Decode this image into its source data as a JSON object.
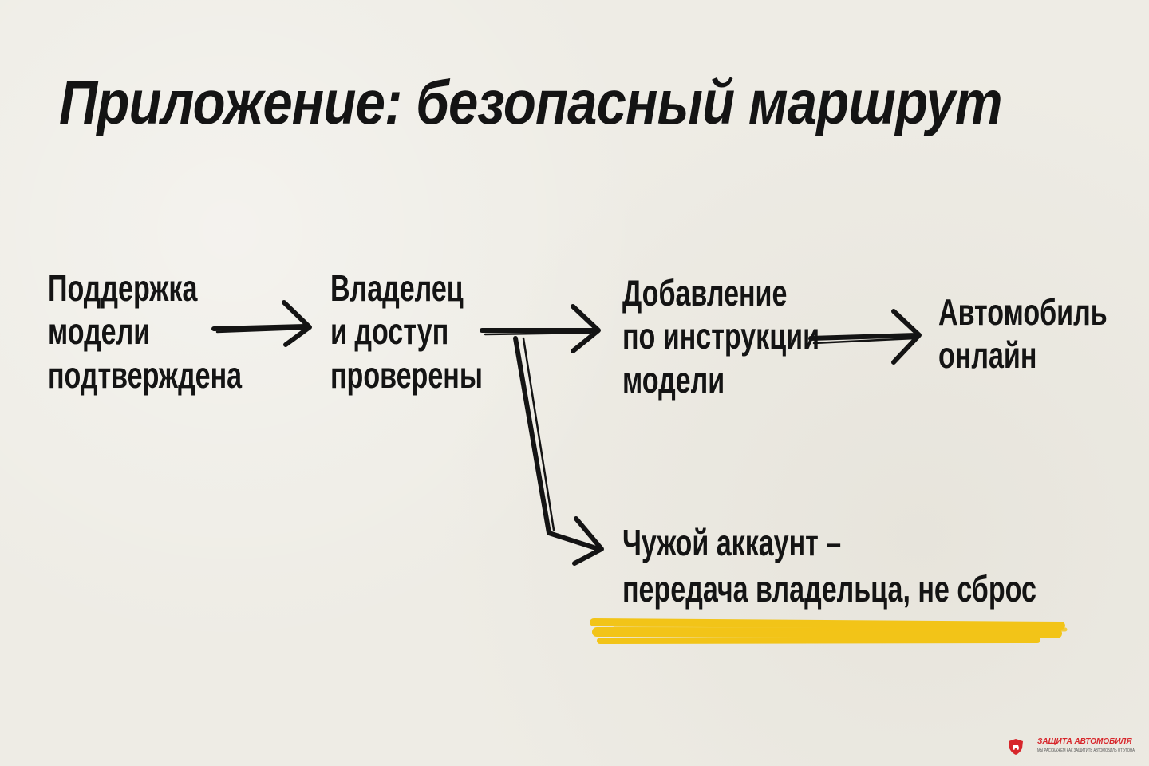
{
  "title": "Приложение: безопасный маршрут",
  "nodes": {
    "model_support": [
      "Поддержка",
      "модели",
      "подтверждена"
    ],
    "owner_access": [
      "Владелец",
      "и доступ",
      "проверены"
    ],
    "add_by_instructions": [
      "Добавление",
      "по инструкции",
      "модели"
    ],
    "car_online": [
      "Автомобиль",
      "онлайн"
    ],
    "foreign_account": [
      "Чужой аккаунт –",
      "передача владельца, не сброс"
    ]
  },
  "colors": {
    "ink": "#141414",
    "highlight": "#f2c418",
    "background": "#eeece5",
    "logo_red": "#d7262b"
  },
  "logo": {
    "title": "ЗАЩИТА АВТОМОБИЛЯ",
    "subtitle": "МЫ РАССКАЖЕМ КАК ЗАЩИТИТЬ АВТОМОБИЛЬ ОТ УГОНА",
    "icon": "shield-car-icon"
  }
}
